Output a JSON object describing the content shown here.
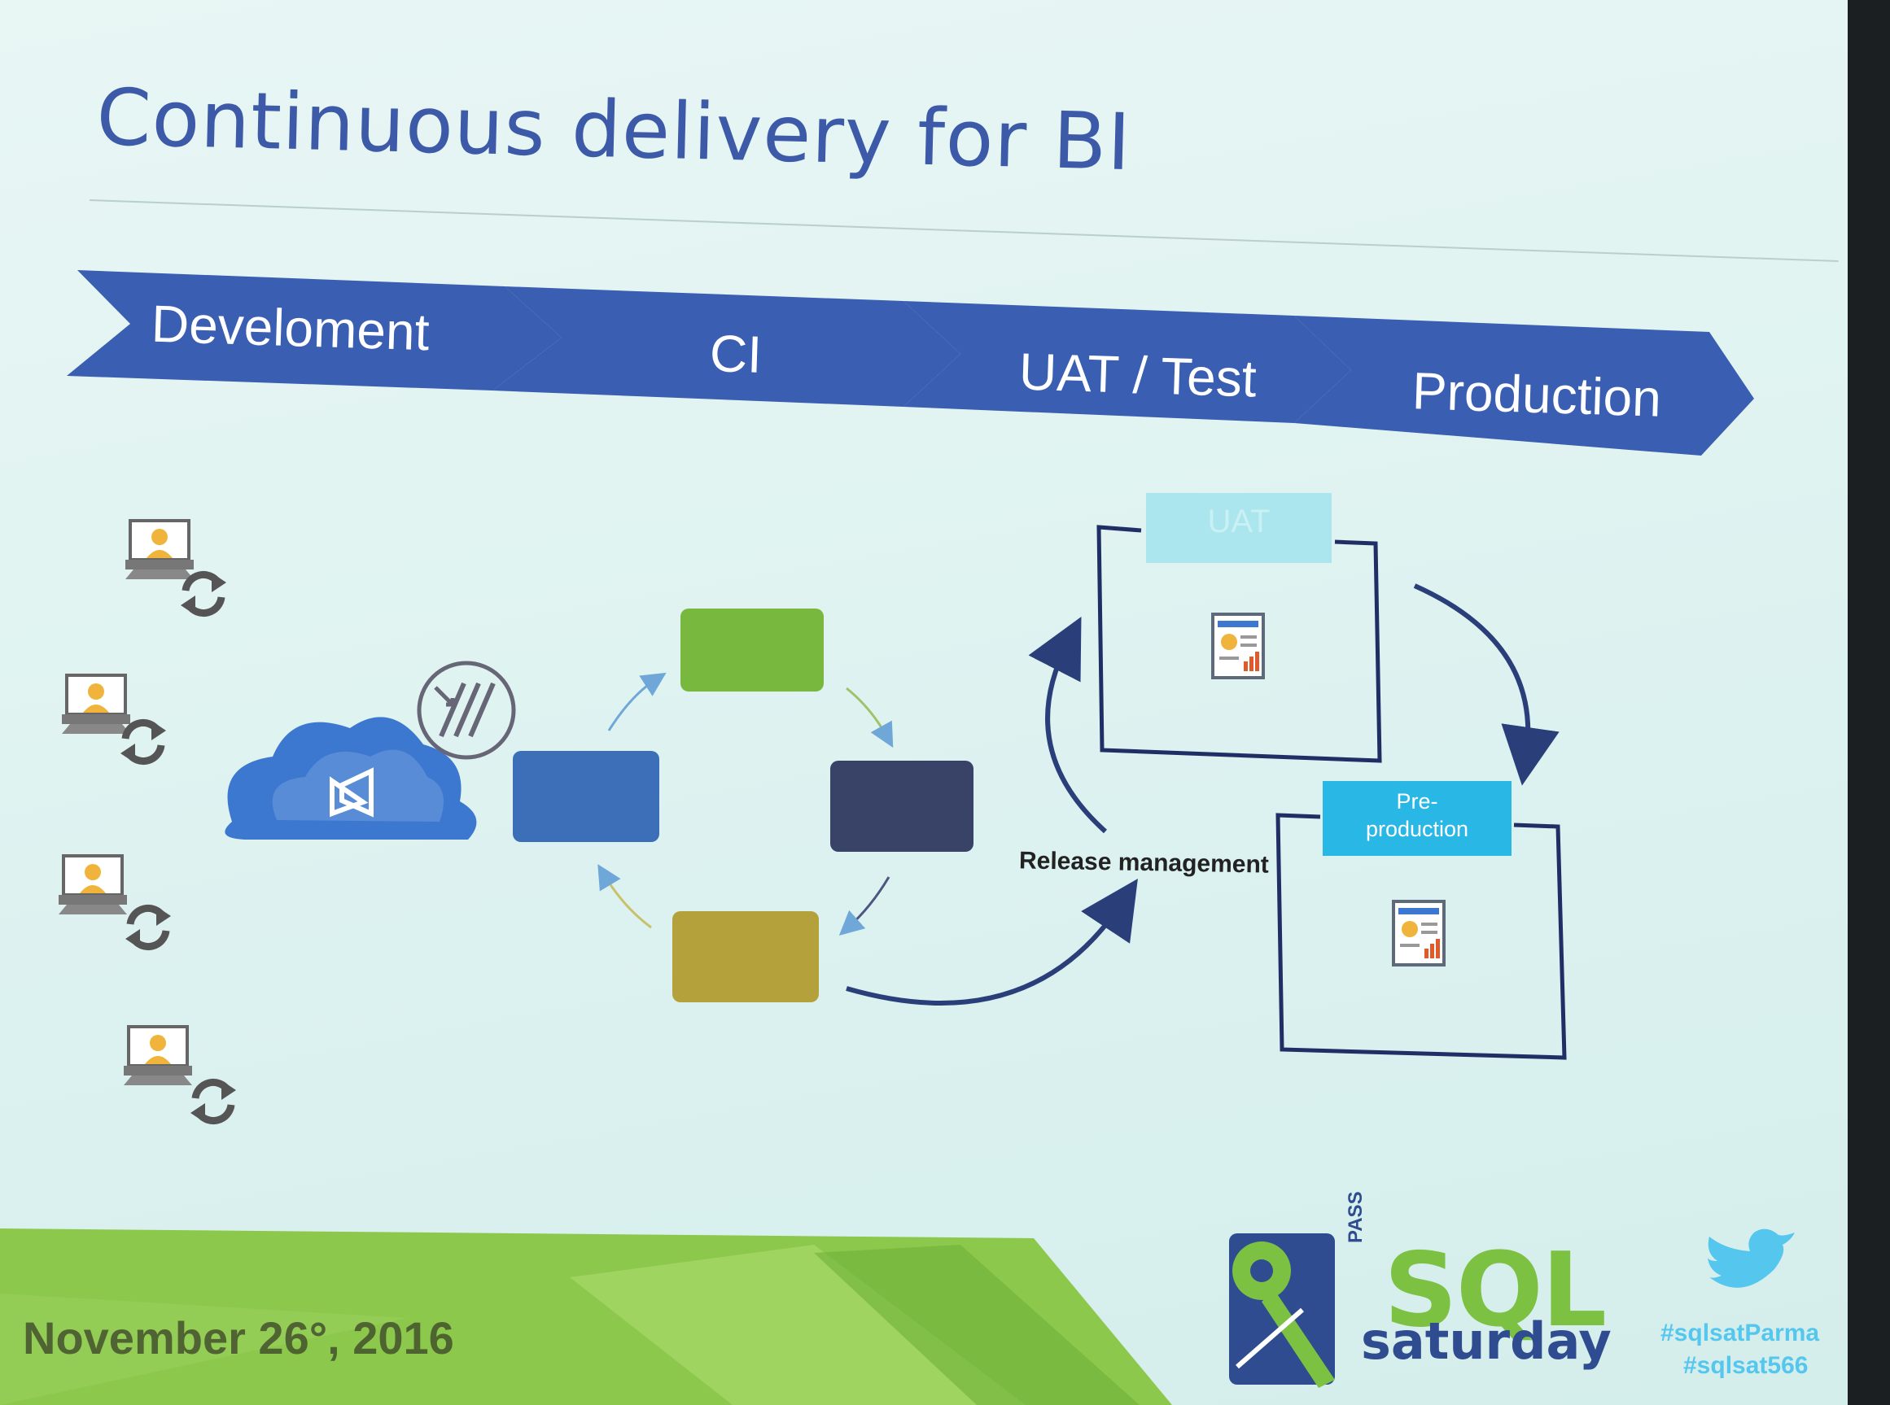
{
  "slide": {
    "title": "Continuous delivery for BI",
    "stages": [
      "Develoment",
      "CI",
      "UAT / Test",
      "Production"
    ],
    "release_label": "Release management",
    "env_uat": "UAT",
    "env_preprod_line1": "Pre-",
    "env_preprod_line2": "production",
    "footer_date": "November 26°, 2016",
    "logo": {
      "pass": "PASS",
      "sql": "SQL",
      "saturday": "saturday"
    },
    "hashtags": [
      "#sqlsatParma",
      "#sqlsat566"
    ]
  },
  "colors": {
    "chevron": "#3a5eb2",
    "ci_green": "#79b83e",
    "ci_navy": "#394367",
    "ci_olive": "#b5a13c",
    "ci_blue": "#3c6fb8",
    "cloud": "#3d78d0",
    "footer_green": "#8cc84b",
    "arrow": "#2a3f7a"
  },
  "icons": [
    "developer-workstation-icon",
    "sync-icon",
    "cloud-visual-studio-icon",
    "build-pipeline-icon",
    "report-document-icon",
    "twitter-bird-icon",
    "sql-saturday-key-logo"
  ]
}
